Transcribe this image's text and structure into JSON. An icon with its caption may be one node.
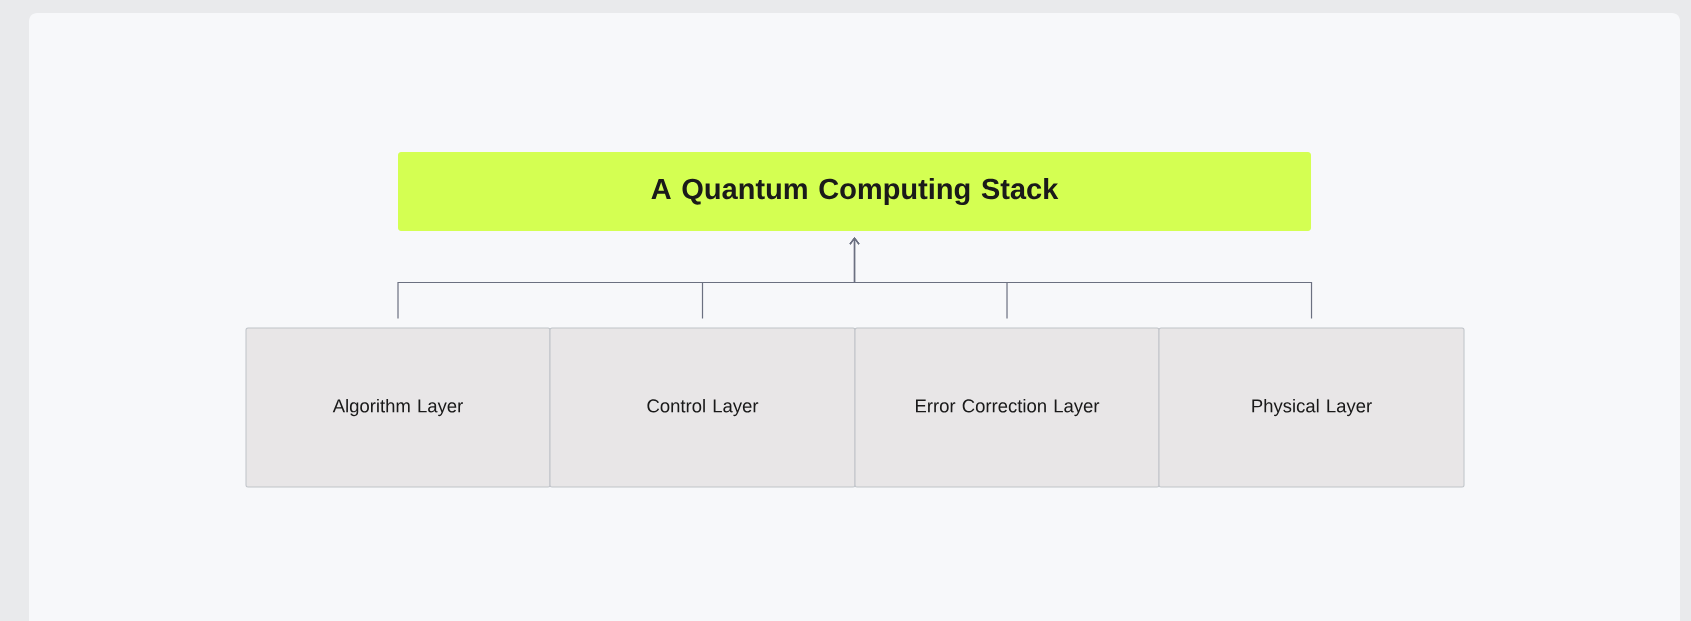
{
  "diagram": {
    "nodes": [
      {
        "text": [
          "A Quantum Computing Stack"
        ]
      },
      {
        "text": [
          "Algorithm Layer"
        ]
      },
      {
        "text": [
          "Control Layer"
        ]
      },
      {
        "text": [
          "Error Correction Layer"
        ]
      },
      {
        "text": [
          "Physical Layer"
        ]
      }
    ],
    "edges": [
      {
        "from": 1,
        "to": 0,
        "arrow": "to"
      },
      {
        "from": 2,
        "to": 0,
        "arrow": "to"
      },
      {
        "from": 3,
        "to": 0,
        "arrow": "to"
      },
      {
        "from": 4,
        "to": 0,
        "arrow": "to"
      }
    ]
  }
}
